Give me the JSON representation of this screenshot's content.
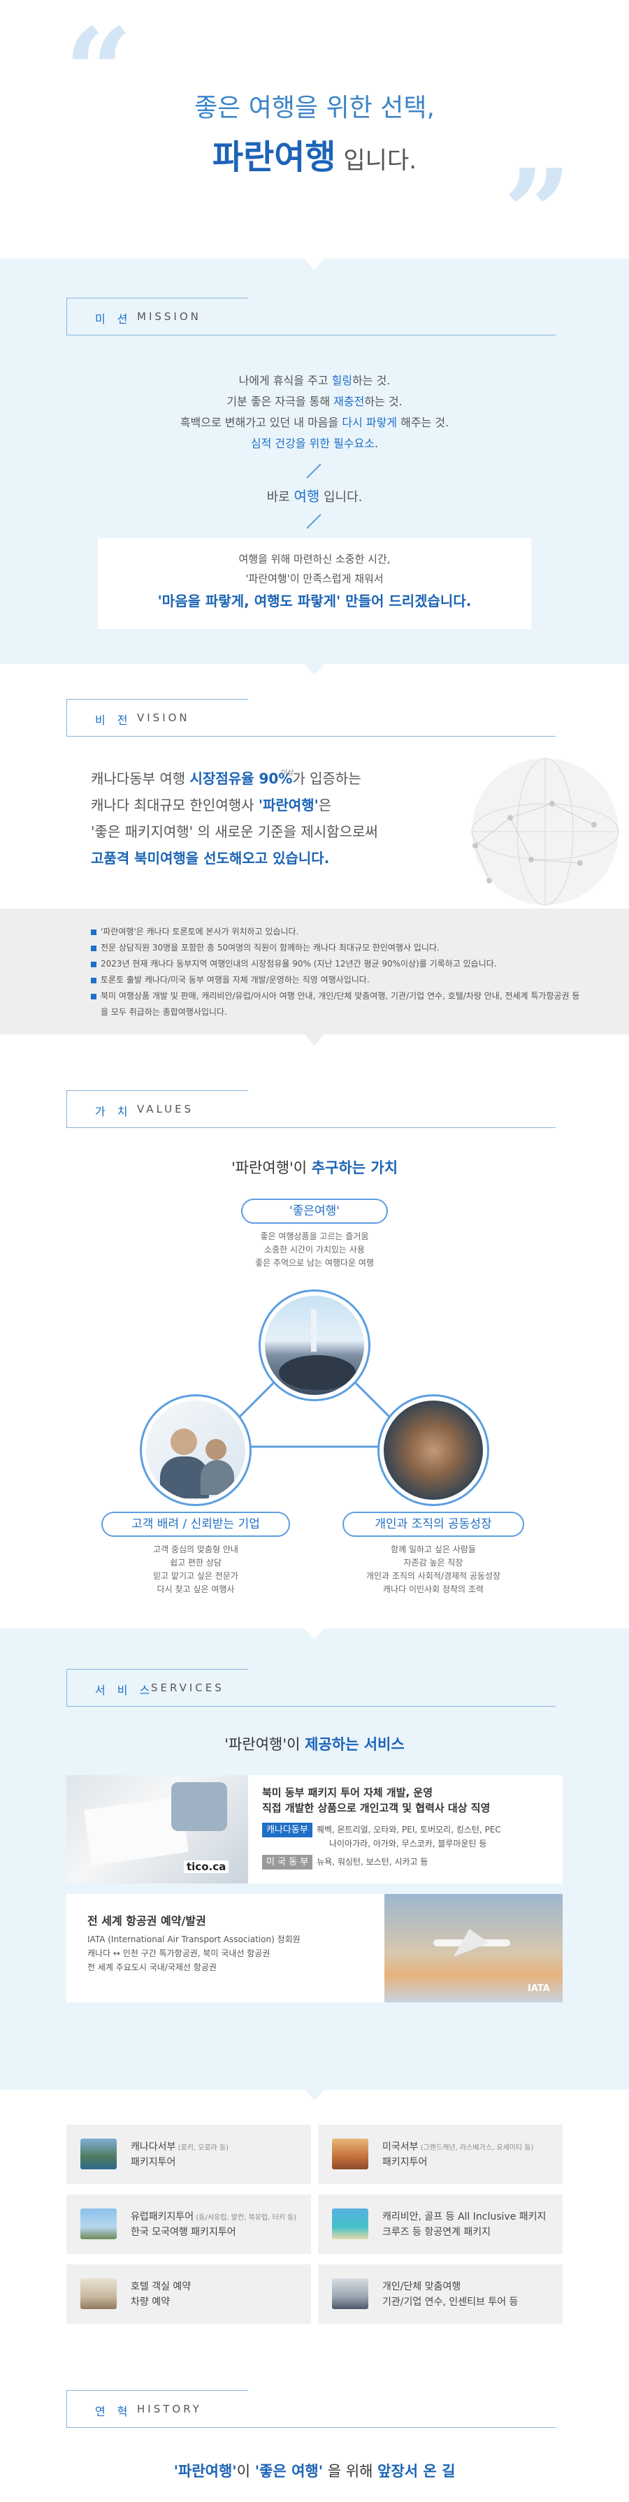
{
  "hero": {
    "line1_a": "좋은 여행",
    "line1_b": "을 위한 선택,",
    "brand": "파란여행",
    "line2_suffix": " 입니다."
  },
  "mission": {
    "title_ko": "미 션",
    "title_en": "MISSION",
    "lines": [
      {
        "a": "나에게 휴식을 주고 ",
        "h": "힐링",
        "b": "하는 것."
      },
      {
        "a": "기분 좋은 자극을 통해 ",
        "h": "재충전",
        "b": "하는 것."
      },
      {
        "a": "흑백으로 변해가고 있던 내 마음을 ",
        "h": "다시 파랗게",
        "b": " 해주는 것."
      },
      {
        "a": "",
        "h": "심적 건강을 위한 필수요소",
        "b": "."
      }
    ],
    "answer_a": "바로 ",
    "answer_h": "여행",
    "answer_b": " 입니다.",
    "box_line1": "여행을 위해 마련하신 소중한 시간,",
    "box_line2": "'파란여행'이 만족스럽게 채워서",
    "box_line3": "'마음을 파랗게, 여행도 파랗게' 만들어 드리겠습니다."
  },
  "vision": {
    "title_ko": "비 전",
    "title_en": "VISION",
    "l1_a": "캐나다동부 여행 ",
    "l1_h": "시장점유율 90%",
    "l1_sup": "이상",
    "l1_b": "가 입증하는",
    "l2_a": "캐나다 최대규모 한인여행사 ",
    "l2_h": "'파란여행'",
    "l2_b": "은",
    "l3": "'좋은 패키지여행' 의 새로운 기준을 제시함으로써",
    "l4": "고품격 북미여행을 선도해오고 있습니다.",
    "bullets": [
      "'파란여행'은 캐나다 토론토에 본사가 위치하고 있습니다.",
      "전문 상담직원 30명을 포함한 총 50여명의 직원이 함께하는 캐나다 최대규모 한인여행사 입니다.",
      "2023년 현재 캐나다 동부지역 여행인내의 시장점유율 90% (지난 12년간 평균 90%이상)를 기록하고 있습니다.",
      "토론토 출발 캐나다/미국 동부 여행을 자체 개발/운영하는 직영 여행사입니다.",
      "북미 여행상품 개발 및 판매, 캐리비안/유럽/아시아 여행 안내, 개인/단체 맞춤여행, 기관/기업 연수, 호텔/차량 안내, 전세계 특가항공권 등을 모두 취급하는 종합여행사입니다."
    ]
  },
  "values": {
    "title_ko": "가 치",
    "title_en": "VALUES",
    "heading_a": "'파란여행'이 ",
    "heading_h": "추구하는 가치",
    "v1": "'좋은여행'",
    "v1_desc": [
      "좋은 여행상품을 고르는 즐거움",
      "소중한 시간이 가치있는 사용",
      "좋은 추억으로 남는 여행다운 여행"
    ],
    "v2": "고객 배려 / 신뢰받는 기업",
    "v2_desc": [
      "고객 중심의 맞춤형 안내",
      "쉽고 편한 상담",
      "믿고 맡기고 싶은 전문가",
      "다시 찾고 싶은 여행사"
    ],
    "v3": "개인과 조직의 공동성장",
    "v3_desc": [
      "함께 일하고 싶은 사람들",
      "자존감 높은 직장",
      "개인과 조직의 사회적/경제적 공동성장",
      "캐나다 이민사회 정착의 조력"
    ]
  },
  "services": {
    "title_ko": "서 비 스",
    "title_en": "SERVICES",
    "heading_a": "'파란여행'이 ",
    "heading_h": "제공하는 서비스",
    "card1_title1": "북미 동부 패키지 투어 자체 개발, 운영",
    "card1_title2": "직접 개발한 상품으로 개인고객 및 협력사 대상 직영",
    "tag1": "캐나다동부",
    "tag1_text": "퀘벡, 몬트리얼, 오타와, PEI, 토버모리, 킹스턴, PEC",
    "tag1_text2": "나이아가라, 아가와, 무스코카, 블루마운틴 등",
    "tag2": "미 국 동 부",
    "tag2_text": "뉴욕, 워싱턴, 보스턴, 시카고 등",
    "card1_logo": "tico.ca",
    "card2_title": "전 세계 항공권 예약/발권",
    "card2_l1": "IATA (International Air Transport Association) 정회원",
    "card2_l2": "캐나다 ↔ 인천 구간 특가항공권, 북미 국내선 항공권",
    "card2_l3": "전 세계 주요도시 국내/국제선 항공권",
    "card2_logo": "IATA"
  },
  "grid": [
    {
      "l1": "캐나다서부",
      "l1s": " (로키, 오로라 등)",
      "l2": "패키지투어"
    },
    {
      "l1": "미국서부",
      "l1s": " (그랜드캐년, 라스베가스, 요세미티 등)",
      "l2": "패키지투어"
    },
    {
      "l1": "유럽패키지투어",
      "l1s": " (동/서유럽, 발칸, 북유럽, 터키 등)",
      "l2": "한국 모국여행 패키지투어"
    },
    {
      "l1": "캐리비안, 골프 등 All Inclusive 패키지",
      "l1s": "",
      "l2": "크루즈 등 항공연계 패키지"
    },
    {
      "l1": "호텔 객실 예약",
      "l1s": "",
      "l2": "차량 예약"
    },
    {
      "l1": "개인/단체 맞춤여행",
      "l1s": "",
      "l2": "기관/기업 연수, 인센티브 투어 등"
    }
  ],
  "history": {
    "title_ko": "연 혁",
    "title_en": "HISTORY",
    "h_a": "'파란여행'",
    "h_b": "이 ",
    "h_c": "'좋은 여행'",
    "h_d": " 을 위해 ",
    "h_e": "앞장서 온 길"
  },
  "colors": {
    "accent": "#1f6fc6",
    "light_bg": "#eaf5fb",
    "grey_bg": "#eeeeee"
  }
}
